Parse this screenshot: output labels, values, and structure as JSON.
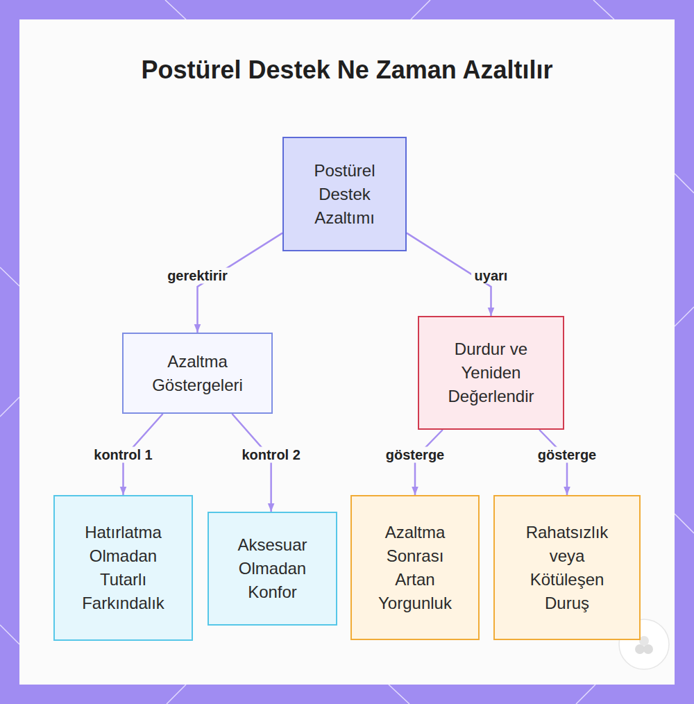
{
  "diagram": {
    "title": "Postürel Destek Ne Zaman Azaltılır",
    "nodes": [
      {
        "text": [
          "Postürel Destek Azaltımı"
        ]
      },
      {
        "text": [
          "Azaltma Göstergeleri"
        ]
      },
      {
        "text": [
          "Durdur ve Yeniden Değerlendir"
        ]
      },
      {
        "text": [
          "Hatırlatma Olmadan Tutarlı Farkındalık"
        ]
      },
      {
        "text": [
          "Aksesuar Olmadan Konfor"
        ]
      },
      {
        "text": [
          "Azaltma Sonrası Artan Yorgunluk"
        ]
      },
      {
        "text": [
          "Rahatsızlık veya Kötüleşen Duruş"
        ]
      }
    ],
    "edges": [
      {
        "from": 0,
        "to": 1,
        "label": "gerektirir",
        "arrow": "to"
      },
      {
        "from": 0,
        "to": 2,
        "label": "uyarı",
        "arrow": "to"
      },
      {
        "from": 1,
        "to": 3,
        "label": "kontrol 1",
        "arrow": "to"
      },
      {
        "from": 1,
        "to": 4,
        "label": "kontrol 2",
        "arrow": "to"
      },
      {
        "from": 2,
        "to": 5,
        "label": "gösterge",
        "arrow": "to"
      },
      {
        "from": 2,
        "to": 6,
        "label": "gösterge",
        "arrow": "to"
      }
    ]
  }
}
